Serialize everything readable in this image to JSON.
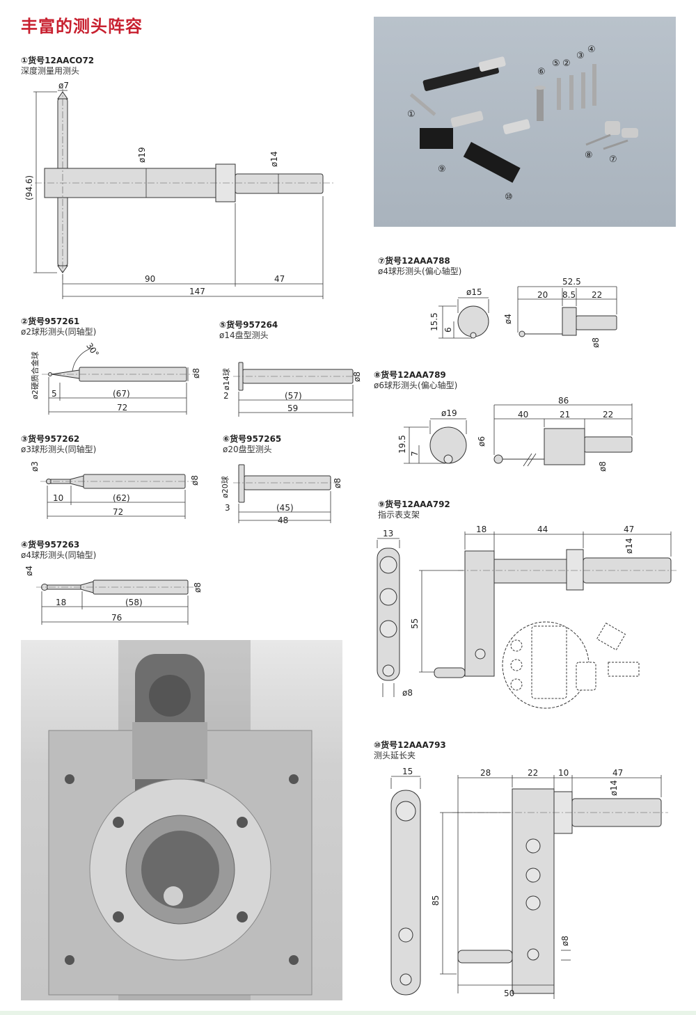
{
  "page": {
    "title": "丰富的测头阵容"
  },
  "items": [
    {
      "no": "①",
      "code": "货号12AACO72",
      "desc": "深度测量用测头",
      "dims": {
        "d1": "ø7",
        "d2": "ø19",
        "d3": "ø14",
        "len": "(94.6)",
        "a": "90",
        "b": "47",
        "c": "147"
      }
    },
    {
      "no": "②",
      "code": "货号957261",
      "desc": "ø2球形测头(同轴型)",
      "dims": {
        "ball": "ø2硬质合金球",
        "angle": "30°",
        "a": "5",
        "b": "(67)",
        "c": "72",
        "shank": "ø8"
      }
    },
    {
      "no": "③",
      "code": "货号957262",
      "desc": "ø3球形测头(同轴型)",
      "dims": {
        "ball": "ø3",
        "a": "10",
        "b": "(62)",
        "c": "72",
        "shank": "ø8"
      }
    },
    {
      "no": "④",
      "code": "货号957263",
      "desc": "ø4球形测头(同轴型)",
      "dims": {
        "ball": "ø4",
        "a": "18",
        "b": "(58)",
        "c": "76",
        "shank": "ø8"
      }
    },
    {
      "no": "⑤",
      "code": "货号957264",
      "desc": "ø14盘型测头",
      "dims": {
        "disk": "ø14球",
        "a": "2",
        "b": "(57)",
        "c": "59",
        "shank": "ø8"
      }
    },
    {
      "no": "⑥",
      "code": "货号957265",
      "desc": "ø20盘型测头",
      "dims": {
        "disk": "ø20球",
        "a": "3",
        "b": "(45)",
        "c": "48",
        "shank": "ø8"
      }
    },
    {
      "no": "⑦",
      "code": "货号12AAA788",
      "desc": "ø4球形测头(偏心轴型)",
      "dims": {
        "d1": "ø15",
        "h1": "15.5",
        "h2": "6",
        "total": "52.5",
        "a": "20",
        "b": "8.5",
        "c": "22",
        "ball": "ø4",
        "shank": "ø8"
      }
    },
    {
      "no": "⑧",
      "code": "货号12AAA789",
      "desc": "ø6球形测头(偏心轴型)",
      "dims": {
        "d1": "ø19",
        "h1": "19.5",
        "h2": "7",
        "total": "86",
        "a": "40",
        "b": "21",
        "c": "22",
        "ball": "ø6",
        "shank": "ø8"
      }
    },
    {
      "no": "⑨",
      "code": "货号12AAA792",
      "desc": "指示表支架",
      "dims": {
        "w": "13",
        "a": "18",
        "b": "44",
        "c": "47",
        "h": "55",
        "shank": "ø14",
        "hole": "ø8"
      }
    },
    {
      "no": "⑩",
      "code": "货号12AAA793",
      "desc": "测头延长夹",
      "dims": {
        "w": "15",
        "a": "28",
        "b": "22",
        "c": "10",
        "d": "47",
        "h": "85",
        "e": "50",
        "shank": "ø14",
        "hole": "ø8"
      }
    }
  ],
  "photo_labels": [
    "①",
    "②",
    "③",
    "④",
    "⑤",
    "⑥",
    "⑦",
    "⑧",
    "⑨",
    "⑩"
  ]
}
